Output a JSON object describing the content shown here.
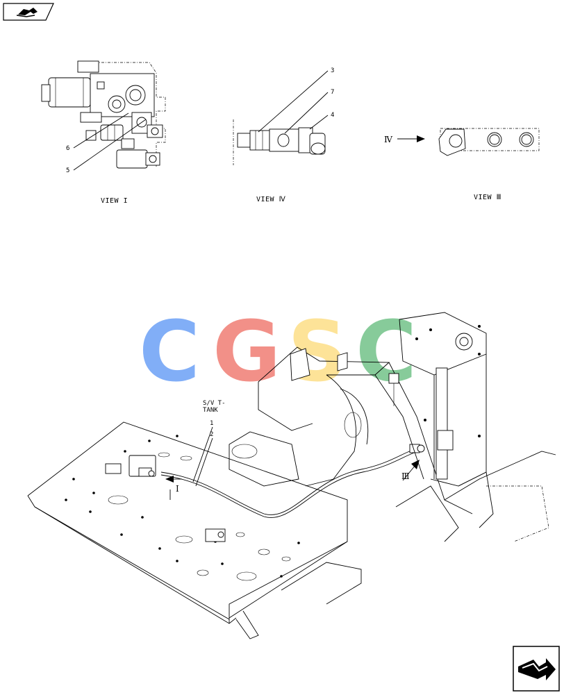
{
  "views": {
    "view1": "VIEW I",
    "view4": "VIEW Ⅳ",
    "view3": "VIEW Ⅲ"
  },
  "callouts": {
    "c1": "1",
    "c2": "2",
    "c3": "3",
    "c4": "4",
    "c5": "5",
    "c6": "6",
    "c7": "7"
  },
  "arrow_labels": {
    "iv": "Ⅳ",
    "iii": "Ⅲ",
    "i": "I"
  },
  "annotation": {
    "line1": "S/V T-",
    "line2": "TANK"
  },
  "watermark": {
    "letters": [
      "C",
      "G",
      "S",
      "C"
    ],
    "colors": [
      "#7baaf7",
      "#f28b82",
      "#fde293",
      "#81c995"
    ]
  },
  "icons": {
    "top_left": "book-arrow-icon",
    "bottom_right": "next-page-arrow-icon"
  }
}
